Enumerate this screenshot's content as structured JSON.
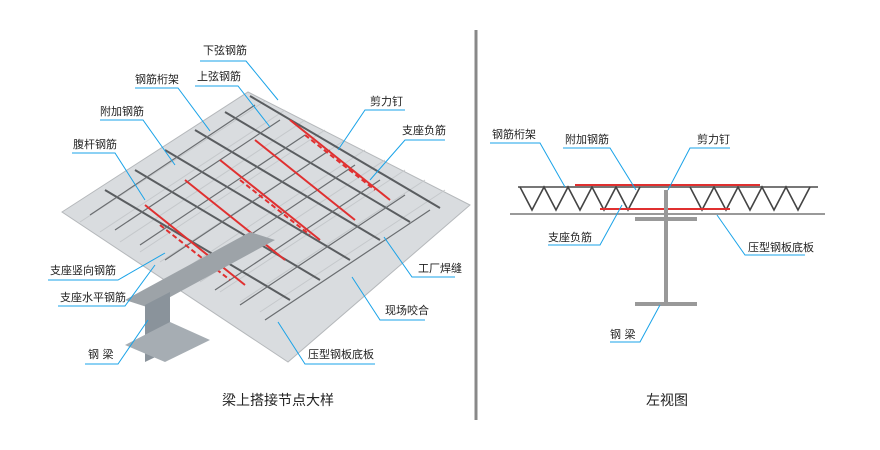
{
  "left_view": {
    "caption": "梁上搭接节点大样",
    "labels": {
      "bottom_chord": "下弦钢筋",
      "top_chord": "上弦钢筋",
      "truss": "钢筋桁架",
      "additional_rebar": "附加钢筋",
      "web_rebar": "腹杆钢筋",
      "shear_stud": "剪力钉",
      "support_negative": "支座负筋",
      "support_vertical": "支座竖向钢筋",
      "support_horizontal": "支座水平钢筋",
      "steel_beam": "钢  梁",
      "deck_plate": "压型钢板底板",
      "site_seam": "现场咬合",
      "factory_weld": "工厂焊缝"
    }
  },
  "right_view": {
    "caption": "左视图",
    "labels": {
      "truss": "钢筋桁架",
      "additional_rebar": "附加钢筋",
      "shear_stud": "剪力钉",
      "support_negative": "支座负筋",
      "deck_plate": "压型钢板底板",
      "steel_beam": "钢  梁"
    }
  },
  "colors": {
    "leader": "#1aa3e8",
    "rebar": "#e03030",
    "steel": "#555555",
    "divider": "#888888"
  }
}
